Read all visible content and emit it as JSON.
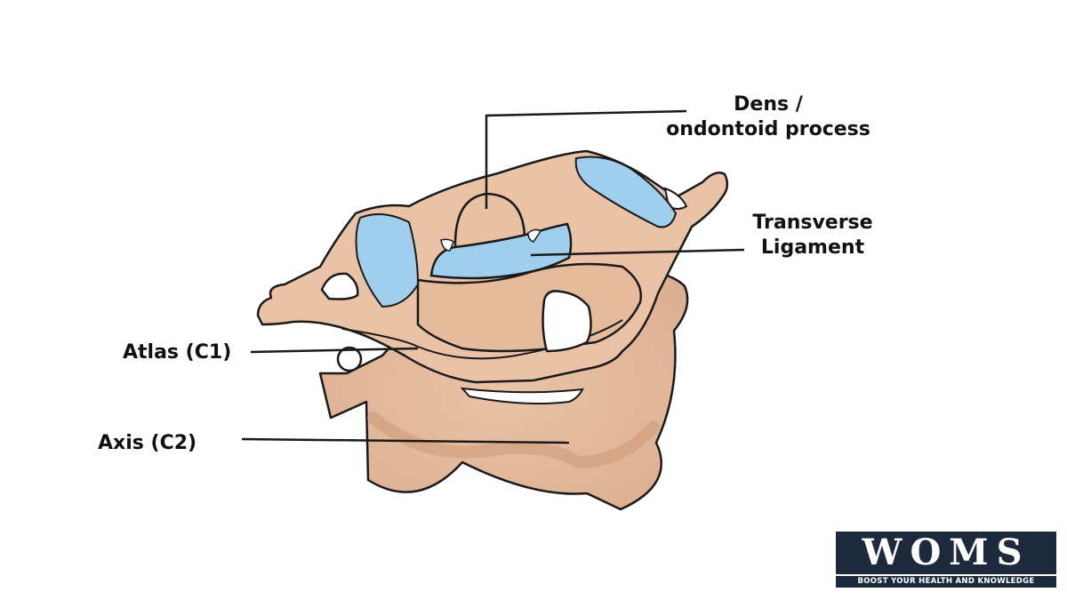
{
  "diagram": {
    "labels": {
      "dens_line1": "Dens /",
      "dens_line2": "ondontoid process",
      "transverse_line1": "Transverse",
      "transverse_line2": "Ligament",
      "atlas": "Atlas  (C1)",
      "axis": "Axis (C2)"
    },
    "colors": {
      "bone": "#eac3a7",
      "bone_shadow": "#d4a585",
      "ligament": "#9fcfec",
      "outline": "#1a1a1a"
    }
  },
  "logo": {
    "wordmark": "WOMS",
    "tagline": "BOOST YOUR HEALTH AND KNOWLEDGE"
  }
}
